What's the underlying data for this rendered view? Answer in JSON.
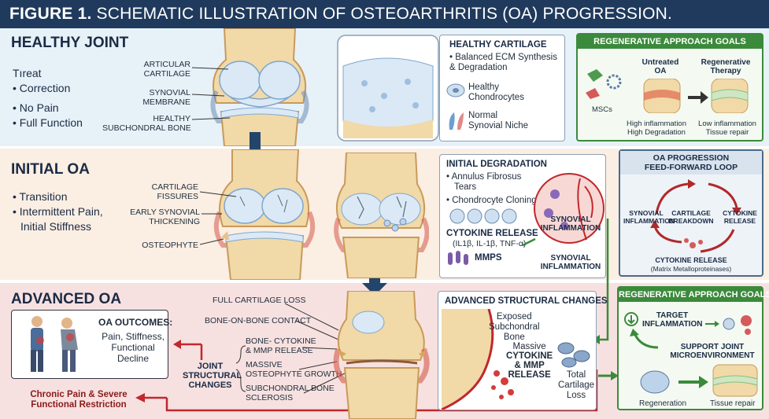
{
  "title": {
    "prefix": "FIGURE 1.",
    "text": "SCHEMATIC ILLUSTRATION OF OSTEOARTHRITIS (OA) PROGRESSION."
  },
  "healthy": {
    "title": "HEALTHY JOINT",
    "bullets": [
      "Tıreat",
      "• Correction",
      "• No Pain",
      "• Full Function"
    ],
    "labels": {
      "cartilage": [
        "ARTICULAR",
        "CARTILAGE"
      ],
      "membrane": [
        "SYNOVIAL",
        "MEMBRANE"
      ],
      "bone": [
        "HEALTHY",
        "SUBCHONDRAL BONE"
      ]
    },
    "panel": {
      "title": "HEALTHY CARTILAGE",
      "items": [
        "• Balanced ECM Synthesis",
        "& Degradation",
        "Healthy",
        "Chondrocytes",
        "Normal",
        "Synovial Niche"
      ]
    }
  },
  "regen_top": {
    "title": "REGENERATIVE APPROACH GOALS",
    "untreated": [
      "Untreated",
      "OA"
    ],
    "therapy": [
      "Regenerative",
      "Therapy"
    ],
    "mscs": "MSCs",
    "left_caption": [
      "High inflammation",
      "High Degradation"
    ],
    "right_caption": [
      "Low inflammation",
      "Tissue repair"
    ]
  },
  "initial": {
    "title": "INITIAL OA",
    "bullets": [
      "• Transition",
      "• Intermittent Pain,",
      "Initial Stiffness"
    ],
    "labels": {
      "fissures": [
        "CARTILAGE",
        "FISSURES"
      ],
      "synovial": [
        "EARLY SYNOVIAL",
        "THICKENING"
      ],
      "osteophyte": "OSTEOPHYTE"
    },
    "panel": {
      "title": "INITIAL DEGRADATION",
      "items": [
        "• Annulus Fibrosus",
        "Tears",
        "• Chondrocyte Cloning"
      ],
      "cytokine_title": "CYTOKINE RELEASE",
      "cytokine_list": "(IL1β, IL-1β, TNF-α)",
      "mmps": "MMPs",
      "inflam1": [
        "SYNOVIAL",
        "INFLAMMATION"
      ],
      "inflam2": [
        "SYNOVIAL",
        "INFLAMMATION"
      ]
    }
  },
  "loop": {
    "title": [
      "OA PROGRESSION",
      "FEED-FORWARD LOOP"
    ],
    "synovial": [
      "SYNOVIAL",
      "INFLAMMATION"
    ],
    "cartilage": [
      "CARTILAGE",
      "BREAKDOWN"
    ],
    "cytokine_right": [
      "CYTOKINE",
      "RELEASE"
    ],
    "cytokine_bottom": "CYTOKINE RELEASE",
    "mmp_note": "(Matrix Metalloproteinases)"
  },
  "advanced": {
    "title": "ADVANCED OA",
    "outcomes_title": "OA OUTCOMES:",
    "outcomes": [
      "Pain, Stiffness,",
      "Functional",
      "Decline"
    ],
    "chronic": [
      "Chronic Pain & Severe",
      "Functional Restriction"
    ],
    "joint_changes": [
      "JOINT",
      "STRUCTURAL",
      "CHANGES"
    ],
    "labels": {
      "loss": "FULL CARTILAGE LOSS",
      "bone_contact": "BONE-ON-BONE CONTACT",
      "cytokine": [
        "BONE- CYTOKINE",
        "& MMP RELEASE"
      ],
      "osteophyte": [
        "MASSIVE",
        "OSTEOPHYTE GROWTH"
      ],
      "sclerosis": [
        "SUBCHONDRAL BONE",
        "SCLEROSIS"
      ]
    },
    "panel": {
      "title": "ADVANCED STRUCTURAL CHANGES",
      "exposed": [
        "Exposed",
        "Subchondral",
        "Bone"
      ],
      "massive": [
        "Massive",
        "CYTOKINE",
        "& MMP",
        "RELEASE"
      ],
      "total": [
        "Total",
        "Cartilage",
        "Loss"
      ]
    }
  },
  "regen_bottom": {
    "title": "REGENERATIVE APPROACH GOALS",
    "target": [
      "TARGET",
      "INFLAMMATION"
    ],
    "support": [
      "SUPPORT JOINT",
      "MICROENVIRONMENT"
    ],
    "regeneration": "Regeneration",
    "repair": "Tissue repair"
  },
  "colors": {
    "navy": "#1f3a5c",
    "green": "#3b8a3b",
    "red": "#c0282d",
    "cartilage": "#dbe9f6",
    "bone": "#f1d9a8"
  }
}
